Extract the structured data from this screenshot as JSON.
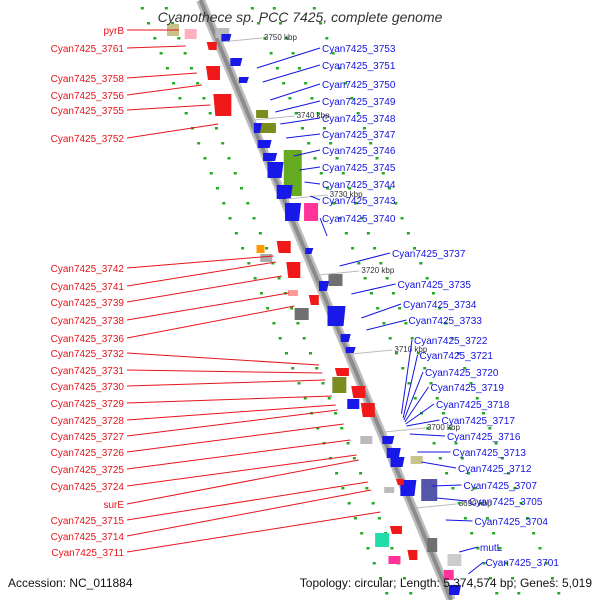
{
  "title": "Cyanothece sp. PCC 7425, complete genome",
  "accession_text": "Accession: NC_011884",
  "summary_text": "Topology: circular; Length: 5,374,574 bp; Genes: 5,019",
  "colors": {
    "left_label": "#e8141c",
    "right_label": "#1414e0",
    "backbone": "#8c8c8c",
    "gene_blue": "#1818e8",
    "gene_red": "#f01818",
    "gene_green": "#66aa22",
    "gene_olive": "#7a8c1e",
    "gene_pink": "#ff3399",
    "gene_gray": "#707070",
    "gene_teal": "#22ddaa",
    "dots": "#22aa22"
  },
  "kbp_labels": [
    "3750 kbp",
    "3740 kbp",
    "3730 kbp",
    "3720 kbp",
    "3710 kbp",
    "3700 kbp",
    "3690 kbp"
  ],
  "left_labels": [
    "pyrB",
    "Cyan7425_3761",
    "Cyan7425_3758",
    "Cyan7425_3756",
    "Cyan7425_3755",
    "Cyan7425_3752",
    "Cyan7425_3742",
    "Cyan7425_3741",
    "Cyan7425_3739",
    "Cyan7425_3738",
    "Cyan7425_3736",
    "Cyan7425_3732",
    "Cyan7425_3731",
    "Cyan7425_3730",
    "Cyan7425_3729",
    "Cyan7425_3728",
    "Cyan7425_3727",
    "Cyan7425_3726",
    "Cyan7425_3725",
    "Cyan7425_3724",
    "surE",
    "Cyan7425_3715",
    "Cyan7425_3714",
    "Cyan7425_3711"
  ],
  "right_labels": [
    "Cyan7425_3753",
    "Cyan7425_3751",
    "Cyan7425_3750",
    "Cyan7425_3749",
    "Cyan7425_3748",
    "Cyan7425_3747",
    "Cyan7425_3746",
    "Cyan7425_3745",
    "Cyan7425_3744",
    "Cyan7425_3743",
    "Cyan7425_3740",
    "Cyan7425_3737",
    "Cyan7425_3735",
    "Cyan7425_3734",
    "Cyan7425_3733",
    "Cyan7425_3722",
    "Cyan7425_3721",
    "Cyan7425_3720",
    "Cyan7425_3719",
    "Cyan7425_3718",
    "Cyan7425_3717",
    "Cyan7425_3716",
    "Cyan7425_3713",
    "Cyan7425_3712",
    "Cyan7425_3707",
    "Cyan7425_3705",
    "Cyan7425_3704",
    "mutL",
    "Cyan7425_3701"
  ]
}
